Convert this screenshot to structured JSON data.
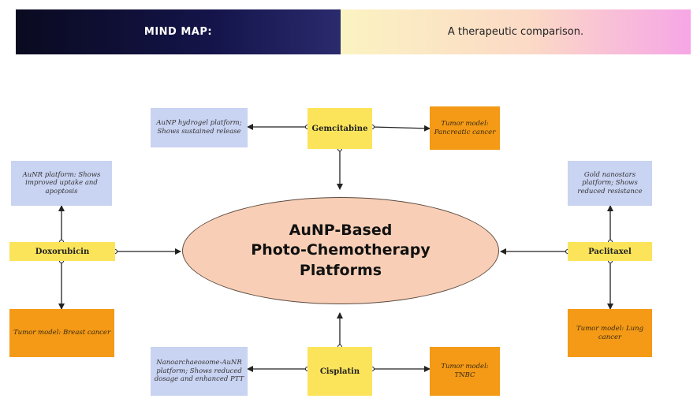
{
  "banner": {
    "label": "MIND MAP:",
    "subtitle": "A therapeutic comparison."
  },
  "center": {
    "title": "AuNP-Based\nPhoto-Chemotherapy\nPlatforms"
  },
  "gemcitabine": {
    "drug": "Gemcitabine",
    "platform": "AuNP hydrogel platform; Shows sustained release",
    "tumor": "Tumor model: Pancreatic cancer"
  },
  "doxorubicin": {
    "drug": "Doxorubicin",
    "platform": "AuNR platform: Shows improved uptake and apoptosis",
    "tumor": "Tumor model: Breast cancer"
  },
  "paclitaxel": {
    "drug": "Paclitaxel",
    "platform": "Gold nanostars platform; Shows reduced resistance",
    "tumor": "Tumor model: Lung cancer"
  },
  "cisplatin": {
    "drug": "Cisplatin",
    "platform": "Nanoarchaeosome-AuNR platform; Shows reduced dosage and enhanced PTT",
    "tumor": "Tumor model: TNBC"
  },
  "colors": {
    "drug": "#fbe45a",
    "platform": "#c9d3f2",
    "tumor": "#f49a16",
    "center": "#f8cfb6"
  }
}
